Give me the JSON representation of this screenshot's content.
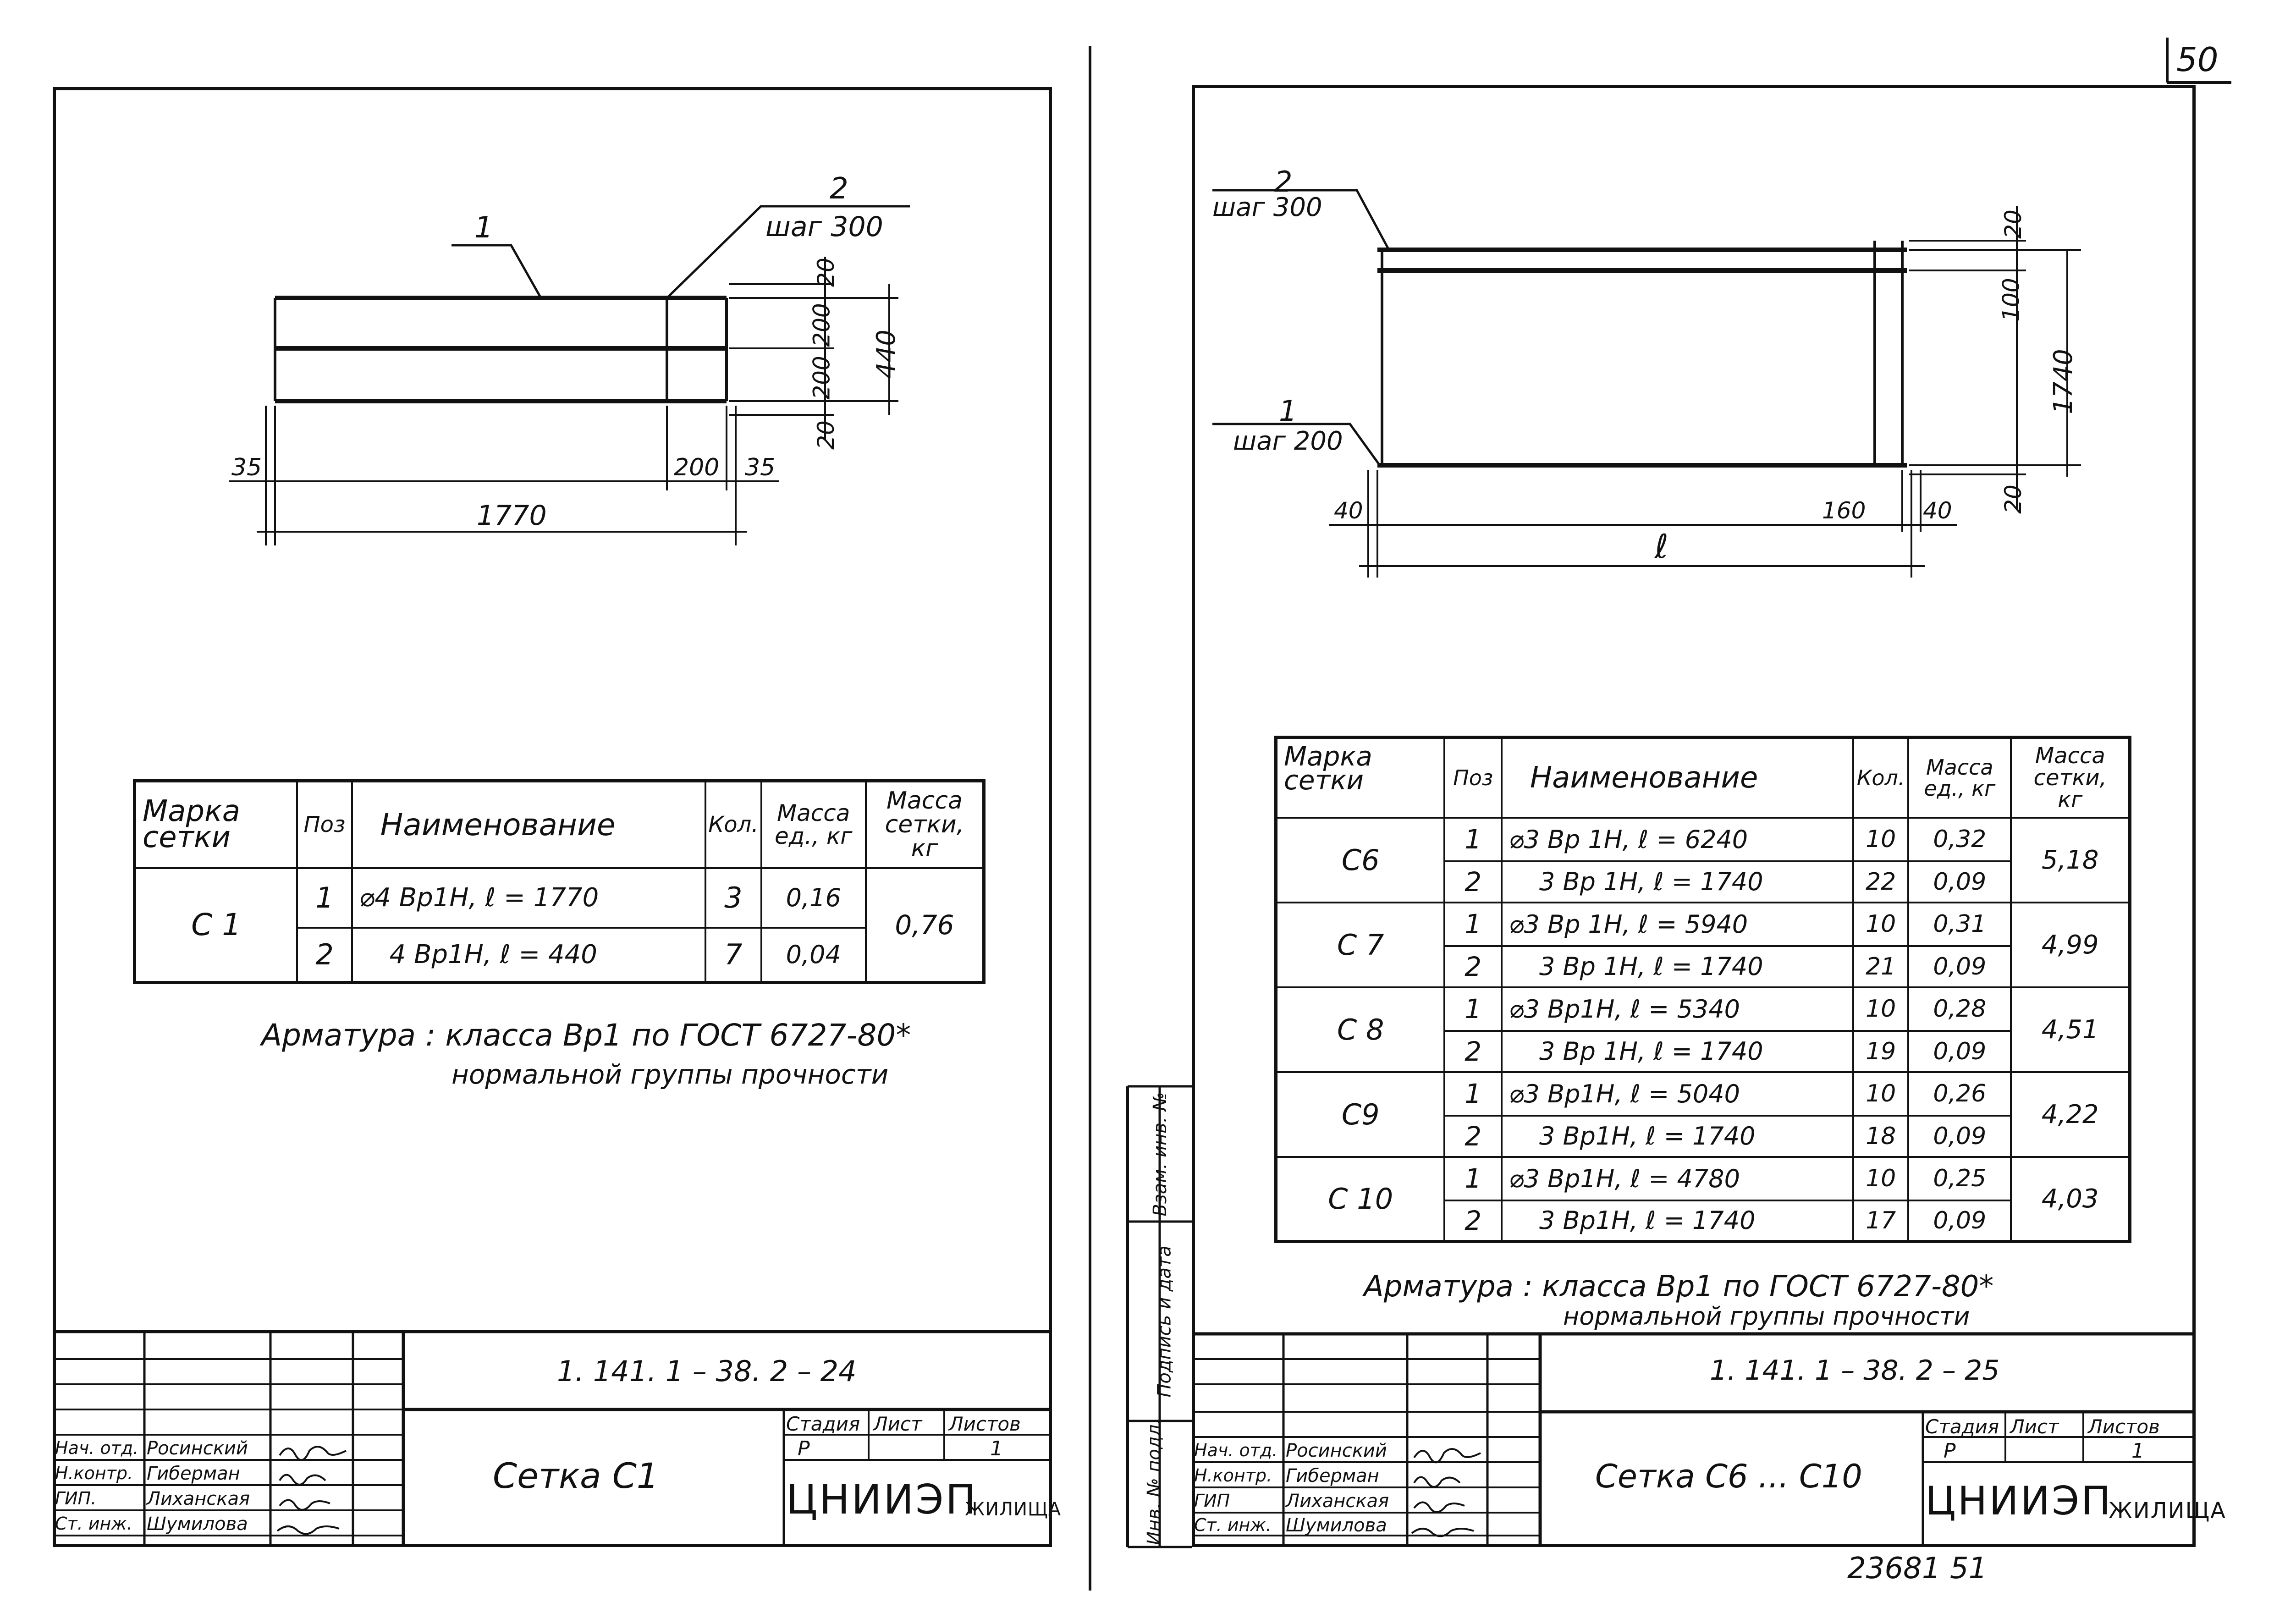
{
  "page_number": "50",
  "left_sheet": {
    "drawing": {
      "bar1_label": "1",
      "bar2_label": "2",
      "bar2_step": "шаг 300",
      "dims_right": [
        "20",
        "200",
        "200",
        "20"
      ],
      "dim_total_height": "440",
      "dim_left_offset": "35",
      "dim_last_step": "200",
      "dim_right_offset": "35",
      "dim_total_length": "1770"
    },
    "table": {
      "headers": [
        "Марка сетки",
        "Поз",
        "Наименование",
        "Кол.",
        "Масса ед., кг",
        "Масса сетки, кг"
      ],
      "rows": [
        {
          "mark": "С 1",
          "items": [
            {
              "pos": "1",
              "name": "⌀4 Вр1Н,  ℓ = 1770",
              "qty": "3",
              "unit_mass": "0,16"
            },
            {
              "pos": "2",
              "name": "4 Вр1Н,  ℓ = 440",
              "qty": "7",
              "unit_mass": "0,04"
            }
          ],
          "total": "0,76"
        }
      ]
    },
    "note_line1": "Арматура :  класса  Вр1  по  ГОСТ 6727-80*",
    "note_line2": "нормальной  группы  прочности",
    "stamp": {
      "doc_code": "1. 141. 1  –  38. 2  –  24",
      "title": "Сетка   С1",
      "stage_label": "Стадия",
      "sheet_label": "Лист",
      "sheets_label": "Листов",
      "stage": "Р",
      "sheets": "1",
      "org_name": "ЦНИИЭП",
      "org_suffix": "ЖИЛИЩА",
      "people": [
        {
          "role": "Нач. отд.",
          "name": "Росинский"
        },
        {
          "role": "Н.контр.",
          "name": "Гиберман"
        },
        {
          "role": "ГИП.",
          "name": "Лиханская"
        },
        {
          "role": "Ст. инж.",
          "name": "Шумилова"
        }
      ]
    }
  },
  "right_sheet": {
    "drawing": {
      "bar2_label": "2",
      "bar2_step": "шаг  300",
      "bar1_label": "1",
      "bar1_step": "шаг  200",
      "dim_top": "20",
      "dim_mid": "100",
      "dim_total_height": "1740",
      "dim_bottom": "20",
      "dim_left_offset": "40",
      "dim_last_step": "160",
      "dim_right_offset": "40",
      "dim_length": "ℓ"
    },
    "table": {
      "headers": [
        "Марка сетки",
        "Поз",
        "Наименование",
        "Кол.",
        "Масса ед., кг",
        "Масса сетки, кг"
      ],
      "rows": [
        {
          "mark": "С6",
          "items": [
            {
              "pos": "1",
              "name": "⌀3 Вр 1Н,  ℓ = 6240",
              "qty": "10",
              "unit_mass": "0,32"
            },
            {
              "pos": "2",
              "name": "3 Вр 1Н,   ℓ = 1740",
              "qty": "22",
              "unit_mass": "0,09"
            }
          ],
          "total": "5,18"
        },
        {
          "mark": "С 7",
          "items": [
            {
              "pos": "1",
              "name": "⌀3 Вр 1Н,   ℓ = 5940",
              "qty": "10",
              "unit_mass": "0,31"
            },
            {
              "pos": "2",
              "name": "3 Вр 1Н,   ℓ = 1740",
              "qty": "21",
              "unit_mass": "0,09"
            }
          ],
          "total": "4,99"
        },
        {
          "mark": "С 8",
          "items": [
            {
              "pos": "1",
              "name": "⌀3 Вр1Н,   ℓ = 5340",
              "qty": "10",
              "unit_mass": "0,28"
            },
            {
              "pos": "2",
              "name": "3 Вр 1Н,   ℓ = 1740",
              "qty": "19",
              "unit_mass": "0,09"
            }
          ],
          "total": "4,51"
        },
        {
          "mark": "С9",
          "items": [
            {
              "pos": "1",
              "name": "⌀3 Вр1Н,   ℓ = 5040",
              "qty": "10",
              "unit_mass": "0,26"
            },
            {
              "pos": "2",
              "name": "3 Вр1Н,   ℓ = 1740",
              "qty": "18",
              "unit_mass": "0,09"
            }
          ],
          "total": "4,22"
        },
        {
          "mark": "С 10",
          "items": [
            {
              "pos": "1",
              "name": "⌀3 Вр1Н,   ℓ = 4780",
              "qty": "10",
              "unit_mass": "0,25"
            },
            {
              "pos": "2",
              "name": "3 Вр1Н,   ℓ = 1740",
              "qty": "17",
              "unit_mass": "0,09"
            }
          ],
          "total": "4,03"
        }
      ]
    },
    "note_line1": "Арматура :   класса  Вр1  по  ГОСТ 6727-80*",
    "note_line2": "нормальной  группы  прочности",
    "side_labels": [
      "Инв. № подл.",
      "Подпись и дата",
      "Взам. инв. №"
    ],
    "stamp": {
      "doc_code": "1. 141. 1  –  38. 2  –  25",
      "title": "Сетка   С6 ... С10",
      "stage_label": "Стадия",
      "sheet_label": "Лист",
      "sheets_label": "Листов",
      "stage": "Р",
      "sheets": "1",
      "org_name": "ЦНИИЭП",
      "org_suffix": "ЖИЛИЩА",
      "people": [
        {
          "role": "Нач. отд.",
          "name": "Росинский"
        },
        {
          "role": "Н.контр.",
          "name": "Гиберман"
        },
        {
          "role": "ГИП",
          "name": "Лиханская"
        },
        {
          "role": "Ст. инж.",
          "name": "Шумилова"
        }
      ]
    },
    "archive_number": "23681   51"
  }
}
